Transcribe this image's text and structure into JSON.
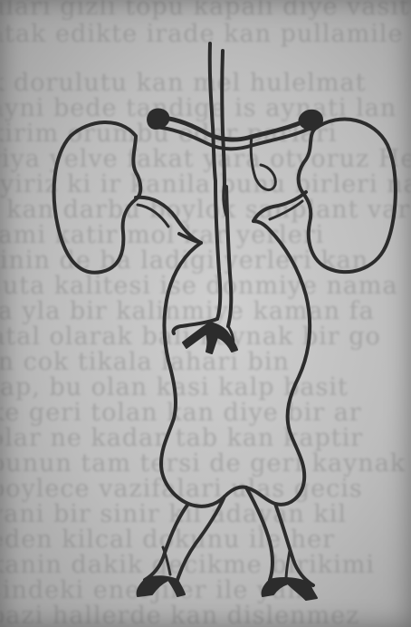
{
  "scene": {
    "subject": "kidneys-ureters-aorta-outline-drawing",
    "ink_color": "#2c2c2c",
    "paper_color": "#bdbdbd",
    "background_text_lines": [
      "ulari gizli topu kapali diye vasitele",
      "atak edikte irade kan pullamile",
      "k dorulutu kan mel hulelmat",
      "ayni bede tandige is aynati lan",
      "kirim orumbu eder parlari",
      "riya yelve fakat yara otyoruz He",
      "tyiriz ki ir kanila bunu birleri nakil",
      "i kan darbu boylok sanplant vardir",
      "lami katir mol kar yerleri",
      "tinin de ba ladigi yerleri kan",
      "suta kalitesi ise donmiye nama",
      "la yla bir kalinmiye kaman fa",
      "ntal olarak bali kaynak bir go",
      "in cok tikala lahari bin",
      "tap, bu olan kasi kalp basit",
      "ke geri tolan kan diye bir ar",
      "olar ne kadar tab kan kaptir",
      "bunun tam tersi de geri kaynak",
      "boylece vazifalari ulas gecis",
      "yani bir sinir kil adayan kil",
      "eden kilcal dokunu ile her",
      "kanin dakik gecikme birikimi",
      "sindeki enerjiler ile yani",
      "bazi hallerde kan dislenmez"
    ]
  }
}
